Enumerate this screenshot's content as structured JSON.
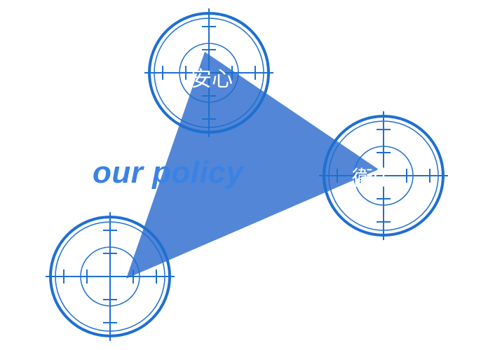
{
  "heading": {
    "text": "our policy"
  },
  "nodes": [
    {
      "id": "top",
      "label": "安心"
    },
    {
      "id": "right",
      "label": "衛生"
    },
    {
      "id": "left",
      "label": ""
    }
  ],
  "colors": {
    "accent": "#1e6fd0",
    "triangle": "#4a7fd5",
    "heading": "#3a82e4",
    "label": "#ffffff",
    "background": "#ffffff"
  },
  "icons": {
    "target": "crosshair-target-icon"
  }
}
